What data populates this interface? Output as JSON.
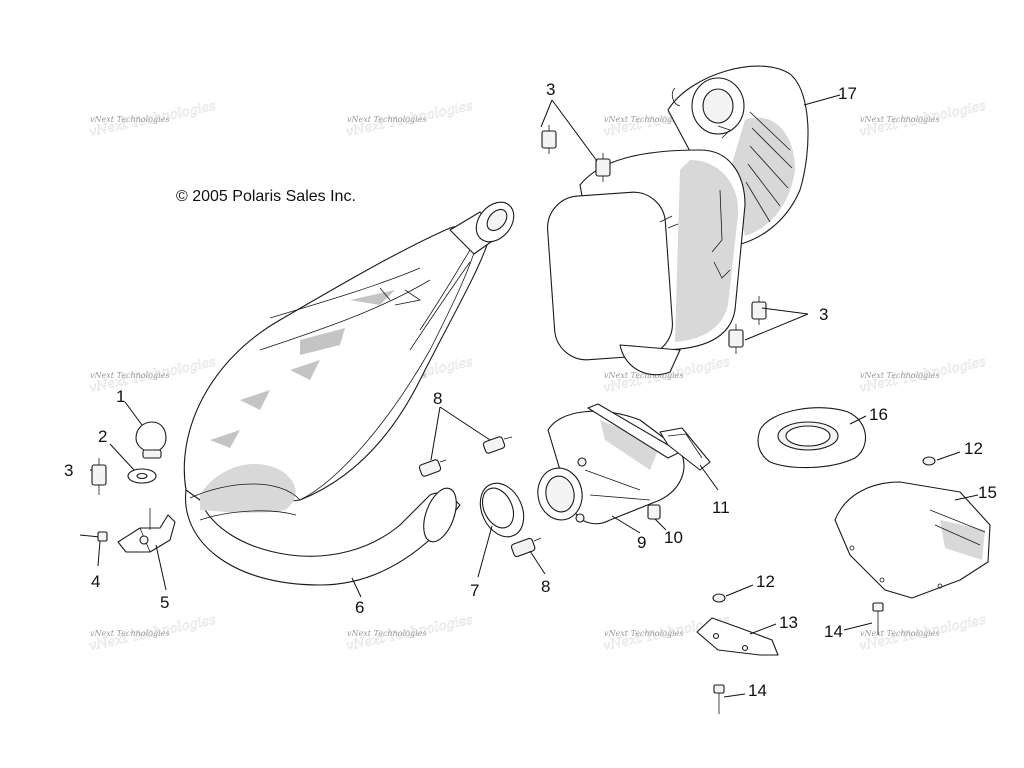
{
  "copyright": "© 2005 Polaris Sales Inc.",
  "watermark": "vNext Technologies",
  "callouts": [
    {
      "id": "c1",
      "label": "1"
    },
    {
      "id": "c2",
      "label": "2"
    },
    {
      "id": "c3a",
      "label": "3"
    },
    {
      "id": "c3b",
      "label": "3"
    },
    {
      "id": "c3c",
      "label": "3"
    },
    {
      "id": "c4",
      "label": "4"
    },
    {
      "id": "c5",
      "label": "5"
    },
    {
      "id": "c6",
      "label": "6"
    },
    {
      "id": "c7",
      "label": "7"
    },
    {
      "id": "c8a",
      "label": "8"
    },
    {
      "id": "c8b",
      "label": "8"
    },
    {
      "id": "c9",
      "label": "9"
    },
    {
      "id": "c10",
      "label": "10"
    },
    {
      "id": "c11",
      "label": "11"
    },
    {
      "id": "c12a",
      "label": "12"
    },
    {
      "id": "c12b",
      "label": "12"
    },
    {
      "id": "c13",
      "label": "13"
    },
    {
      "id": "c14a",
      "label": "14"
    },
    {
      "id": "c14b",
      "label": "14"
    },
    {
      "id": "c15",
      "label": "15"
    },
    {
      "id": "c16",
      "label": "16"
    },
    {
      "id": "c17",
      "label": "17"
    }
  ]
}
